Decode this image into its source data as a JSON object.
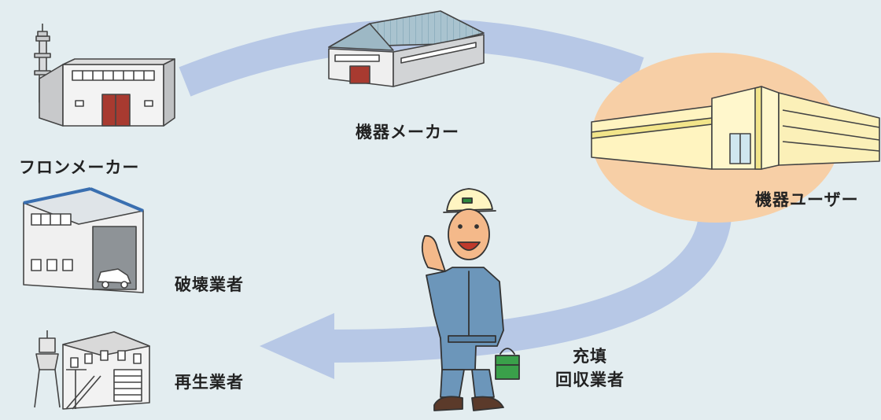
{
  "nodes": {
    "freon_maker": "フロンメーカー",
    "equipment_maker": "機器メーカー",
    "equipment_user": "機器ユーザー",
    "destruction_operator": "破壊業者",
    "recycling_operator": "再生業者",
    "filling_recovery_operator_line1": "充填",
    "filling_recovery_operator_line2": "回収業者"
  },
  "colors": {
    "background": "#e3edf0",
    "flow_arrow": "#b7c8e6",
    "user_highlight": "#f7cfa6",
    "label_text": "#222222"
  },
  "icons": {
    "freon_maker": "factory-icon",
    "equipment_maker": "warehouse-icon",
    "equipment_user": "commercial-building-icon",
    "destruction_operator": "garage-building-icon",
    "recycling_operator": "plant-building-icon",
    "worker": "worker-with-toolbox-icon"
  }
}
